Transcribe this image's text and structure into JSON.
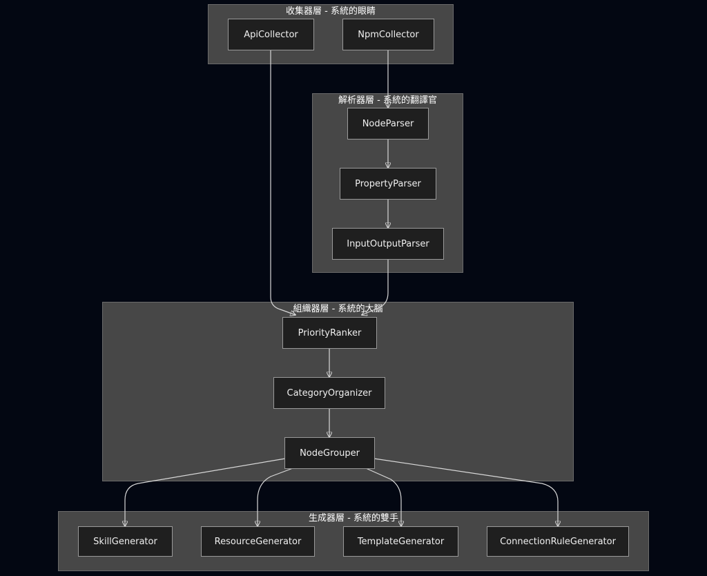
{
  "clusters": {
    "collector": {
      "title": "收集器層 - 系統的眼睛"
    },
    "parser": {
      "title": "解析器層 - 系統的翻譯官"
    },
    "organizer": {
      "title": "組織器層 - 系統的大腦"
    },
    "generator": {
      "title": "生成器層 - 系統的雙手"
    }
  },
  "nodes": {
    "api_collector": "ApiCollector",
    "npm_collector": "NpmCollector",
    "node_parser": "NodeParser",
    "property_parser": "PropertyParser",
    "input_output_parser": "InputOutputParser",
    "priority_ranker": "PriorityRanker",
    "category_organizer": "CategoryOrganizer",
    "node_grouper": "NodeGrouper",
    "skill_generator": "SkillGenerator",
    "resource_generator": "ResourceGenerator",
    "template_generator": "TemplateGenerator",
    "connection_rule_generator": "ConnectionRuleGenerator"
  },
  "edges": [
    {
      "from": "api_collector",
      "to": "priority_ranker"
    },
    {
      "from": "npm_collector",
      "to": "node_parser"
    },
    {
      "from": "node_parser",
      "to": "property_parser"
    },
    {
      "from": "property_parser",
      "to": "input_output_parser"
    },
    {
      "from": "input_output_parser",
      "to": "priority_ranker"
    },
    {
      "from": "priority_ranker",
      "to": "category_organizer"
    },
    {
      "from": "category_organizer",
      "to": "node_grouper"
    },
    {
      "from": "node_grouper",
      "to": "skill_generator"
    },
    {
      "from": "node_grouper",
      "to": "resource_generator"
    },
    {
      "from": "node_grouper",
      "to": "template_generator"
    },
    {
      "from": "node_grouper",
      "to": "connection_rule_generator"
    }
  ],
  "colors": {
    "background": "#030712",
    "cluster_fill": "#474747",
    "node_fill": "#1f1f1f",
    "edge": "#d9d9d9"
  }
}
